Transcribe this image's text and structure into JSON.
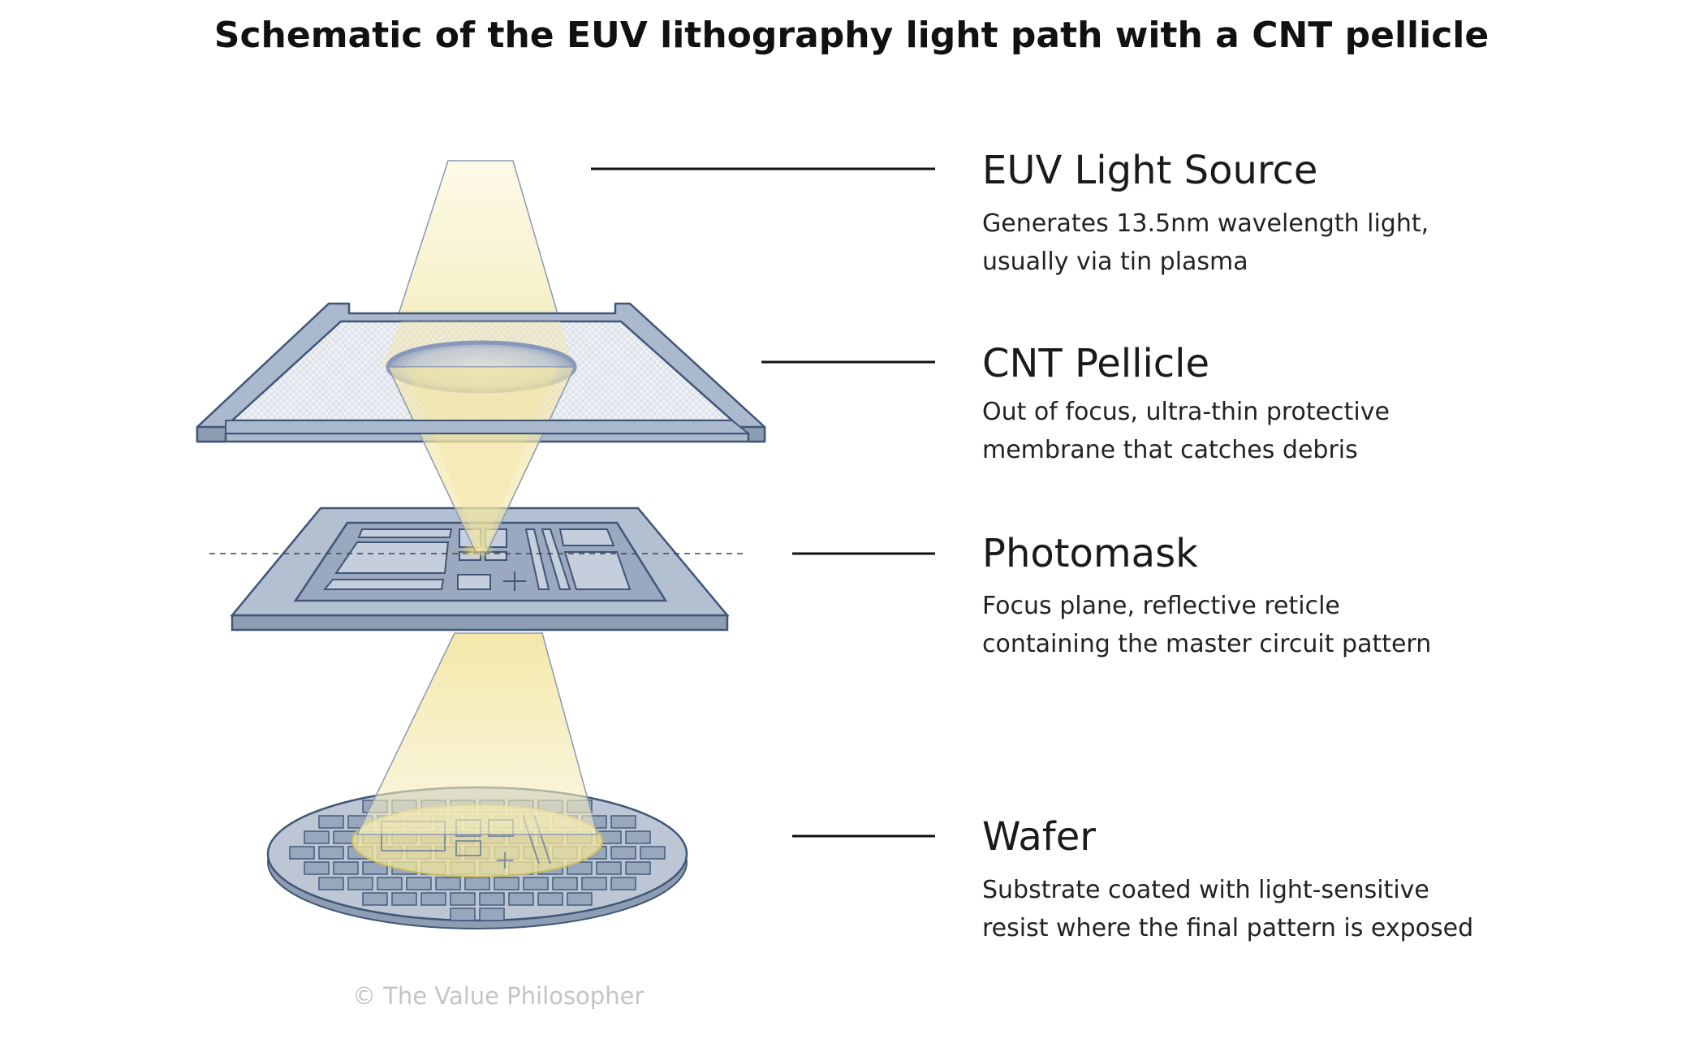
{
  "title": "Schematic of the EUV lithography light path with a CNT pellicle",
  "labels": [
    {
      "heading": "EUV Light Source",
      "lines": [
        "Generates 13.5nm wavelength light,",
        "usually via tin plasma"
      ]
    },
    {
      "heading": "CNT Pellicle",
      "lines": [
        "Out of focus, ultra-thin protective",
        "membrane that catches debris"
      ]
    },
    {
      "heading": "Photomask",
      "lines": [
        "Focus plane, reflective reticle",
        "containing the master circuit pattern"
      ]
    },
    {
      "heading": "Wafer",
      "lines": [
        "Substrate coated with light-sensitive",
        "resist where the final pattern is exposed"
      ]
    }
  ],
  "credit": "© The Value Philosopher",
  "colors": {
    "frame": "#aebcd0",
    "frame_stroke": "#3f5677",
    "light": "#f3e8a6",
    "pellicle_ring": "#7f93bd",
    "wafer": "#b9c4d3"
  }
}
